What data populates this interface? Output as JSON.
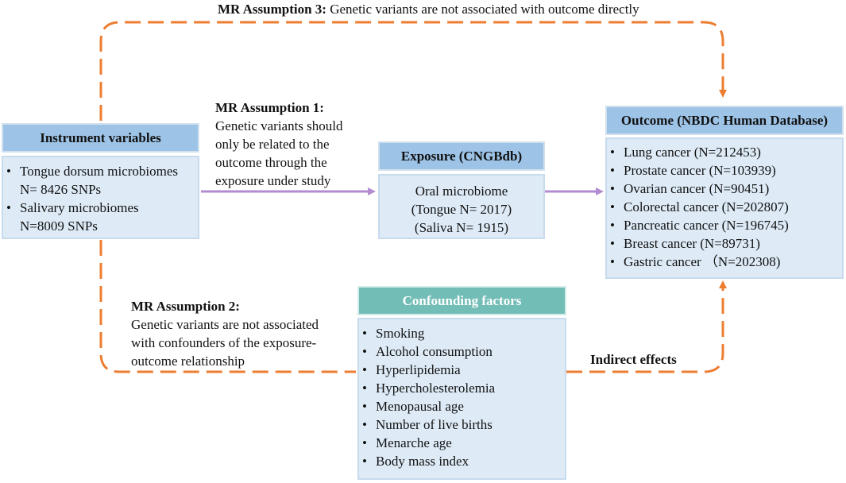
{
  "title": {
    "label": "MR Assumption 3:",
    "text": "Genetic variants are not associated with outcome directly"
  },
  "assumption1": {
    "label": "MR Assumption 1:",
    "lines": [
      "Genetic variants should",
      "only be related to the",
      "outcome through the",
      "exposure under study"
    ]
  },
  "assumption2": {
    "label": "MR Assumption 2:",
    "lines": [
      "Genetic variants are not associated",
      "with confounders of the exposure-",
      "outcome relationship"
    ]
  },
  "indirect_effects": "Indirect effects",
  "instrument": {
    "header": "Instrument variables",
    "items": [
      {
        "line1": "Tongue dorsum microbiomes",
        "line2": "N= 8426 SNPs"
      },
      {
        "line1": "Salivary microbiomes",
        "line2": "N=8009 SNPs"
      }
    ]
  },
  "exposure": {
    "header": "Exposure (CNGBdb)",
    "lines": [
      "Oral microbiome",
      "(Tongue N= 2017)",
      "(Saliva N= 1915)"
    ]
  },
  "outcome": {
    "header": "Outcome (NBDC Human Database)",
    "items": [
      "Lung cancer (N=212453)",
      "Prostate cancer (N=103939)",
      "Ovarian cancer (N=90451)",
      "Colorectal cancer (N=202807)",
      "Pancreatic cancer (N=196745)",
      "Breast cancer (N=89731)",
      "Gastric cancer （N=202308)"
    ]
  },
  "confounding": {
    "header": "Confounding factors",
    "items": [
      "Smoking",
      "Alcohol consumption",
      "Hyperlipidemia",
      "Hypercholesterolemia",
      "Menopausal age",
      "Number of live births",
      "Menarche age",
      "Body mass index"
    ]
  },
  "colors": {
    "dashed_arrow": "#ed7d31",
    "solid_arrow": "#b38bd0",
    "header_blue": "#9dc3e6",
    "header_teal": "#73bdb7",
    "box_fill": "#deebf7"
  }
}
